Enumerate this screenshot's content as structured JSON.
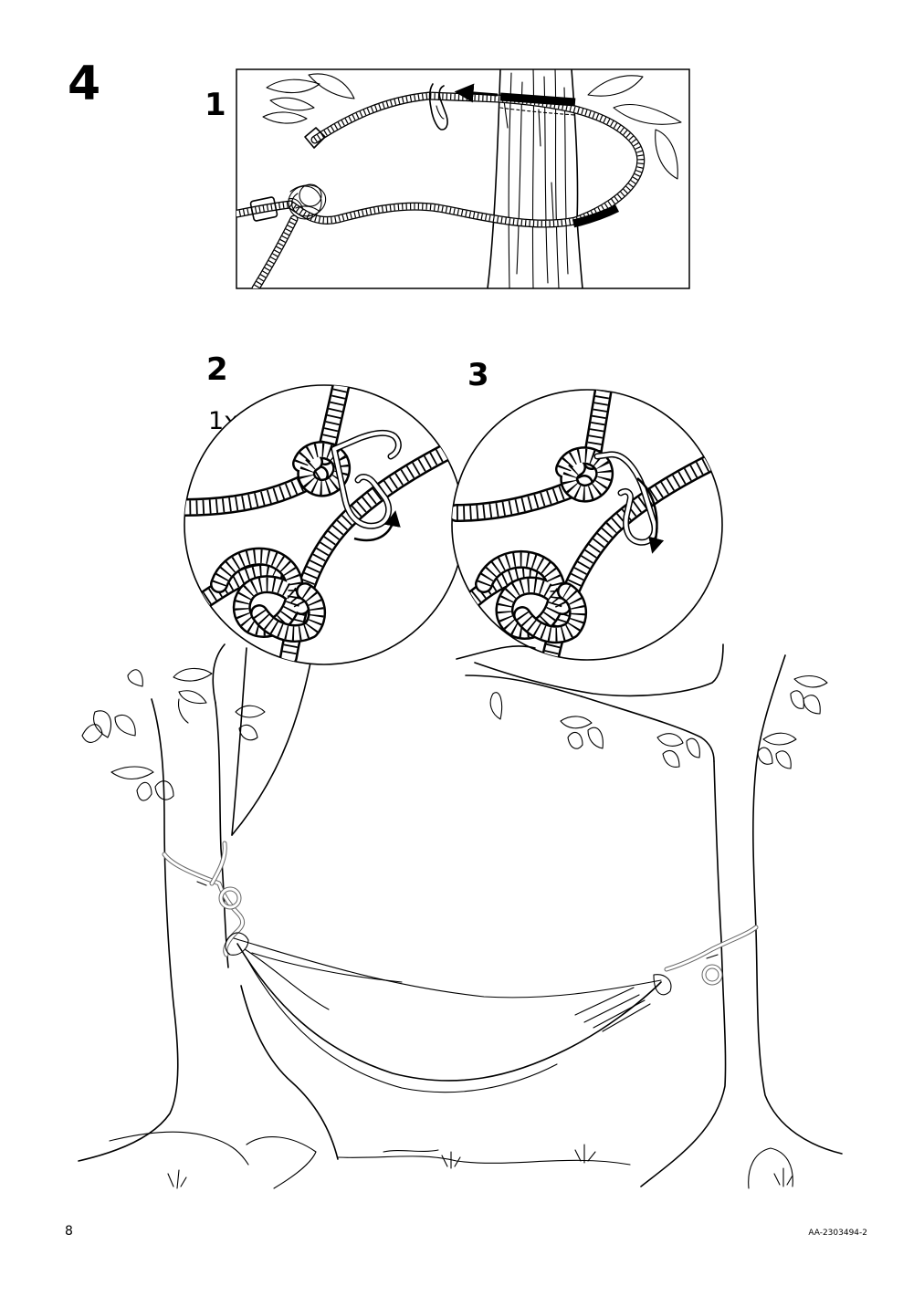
{
  "step": {
    "number": "4",
    "panel_labels": [
      "1",
      "2",
      "3"
    ],
    "quantity_label": "1x"
  },
  "footer": {
    "page_number": "8",
    "document_code": "AA-2303494-2"
  },
  "icons": [
    "direction-arrow-icon",
    "rotate-arrow-icon",
    "hook-icon",
    "leaf-icon",
    "grass-icon"
  ]
}
